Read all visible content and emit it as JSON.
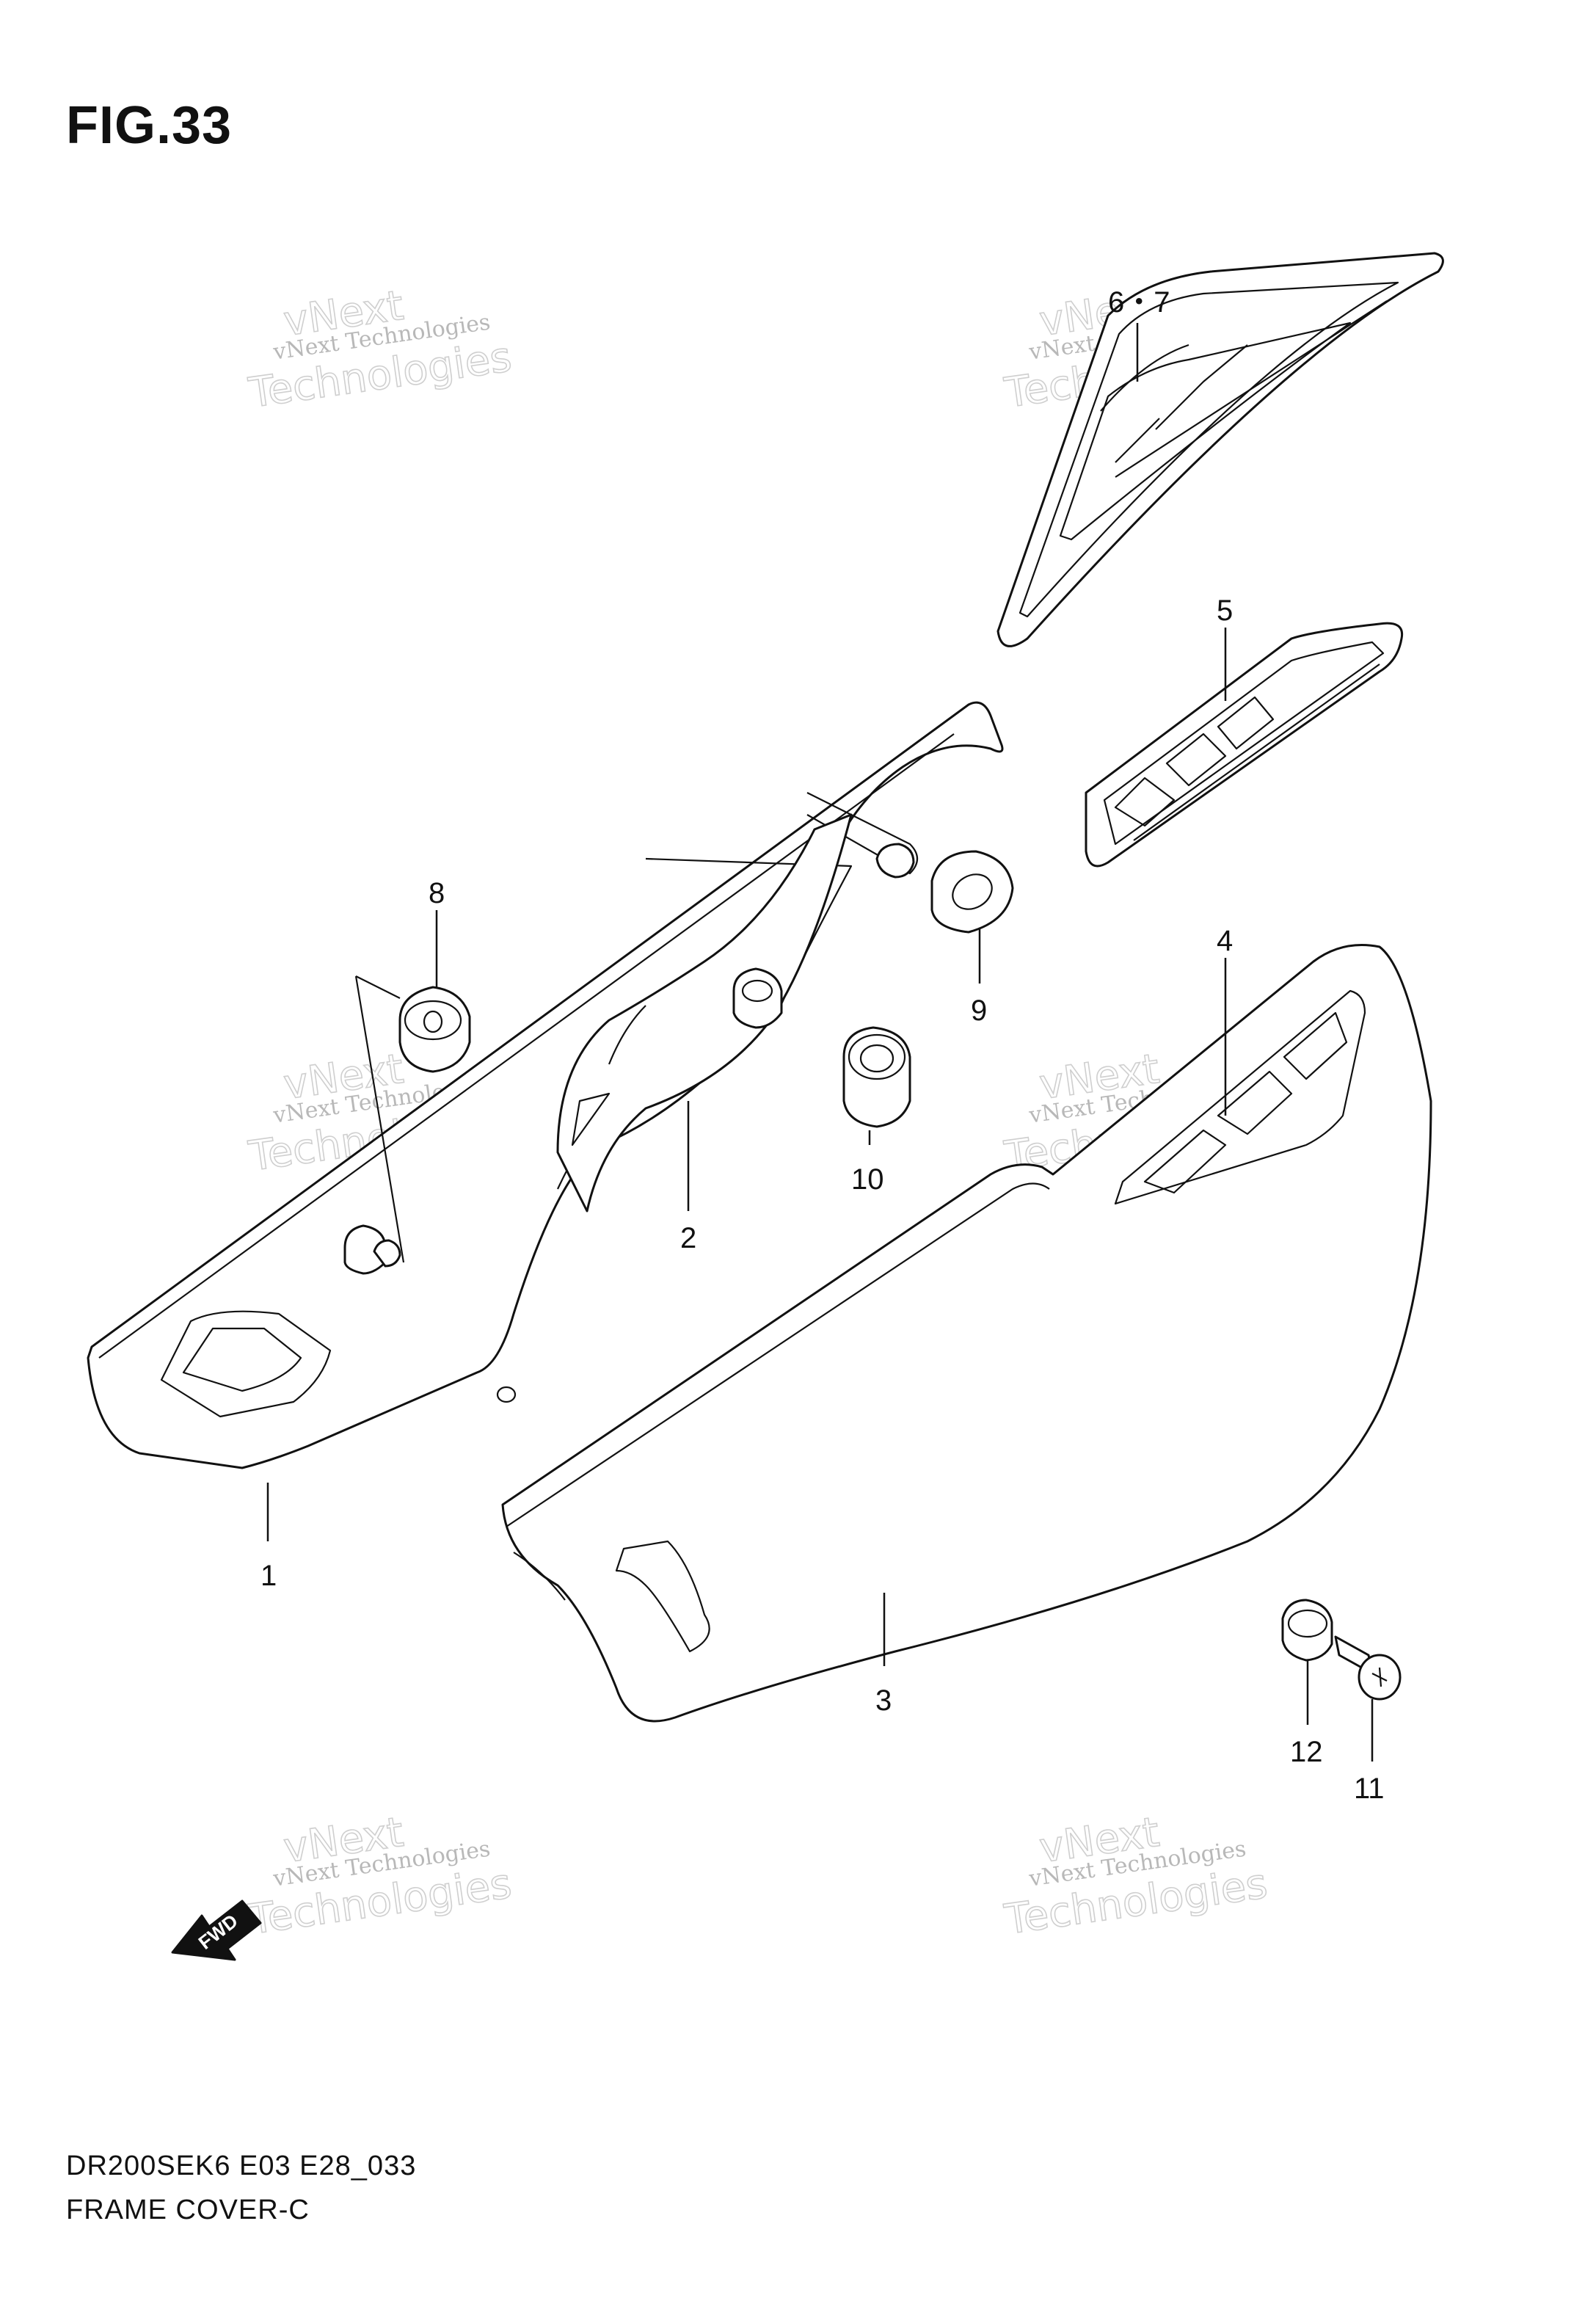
{
  "figure": {
    "title": "FIG.33"
  },
  "footer": {
    "code": "DR200SEK6 E03 E28_033",
    "name": "FRAME COVER-C"
  },
  "callouts": {
    "c1": "1",
    "c2": "2",
    "c3": "3",
    "c4": "4",
    "c5": "5",
    "c67": "6・7",
    "c8": "8",
    "c9": "9",
    "c10": "10",
    "c11": "11",
    "c12": "12"
  },
  "arrow_label": "FWD",
  "watermark": {
    "line1": "vNext",
    "line2": "vNext Technologies",
    "line3": "Technologies"
  },
  "icons": [
    "front-arrow-icon"
  ]
}
